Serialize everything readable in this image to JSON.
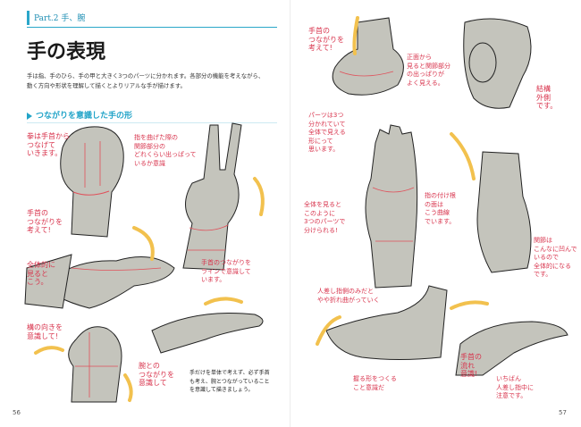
{
  "left_page": {
    "part_label": "Part.2 手、腕",
    "title": "手の表現",
    "intro": "手は指、手のひら、手の甲と大きく3つのパーツに分かれます。各部分の機能を考えながら、動く方向や形状を理解して描くとよりリアルな手が描けます。",
    "section_heading": "つながりを意識した手の形",
    "caption": "手だけを単体で考えず、必ず手首も考え、腕とつながっていることを意識して描きましょう。",
    "page_number": "56",
    "notes": [
      "拳は手首から\nつなげて\nいきます。",
      "指を曲げた際の\n関節部分の\nどれくらい出っぱって\nいるか意識",
      "手首の\nつながりを\n考えて!",
      "全体的に\n見ると\nこう。",
      "手首のつながりを\nラインで意識して\nいます。",
      "構の向きを\n意識して!",
      "腕との\nつながりを\n意識して"
    ]
  },
  "right_page": {
    "page_number": "57",
    "notes": [
      "手首の\nつながりを\n考えて!",
      "正面から\n見ると関節部分\nの出っぱりが\nよく見える。",
      "結構\n外側\nです。",
      "パーツは3つ\n分かれていて\n全体で見える\n形にって\n思います。",
      "指の付け根\nの面は\nこう曲線\nでいます。",
      "全体を見ると\nこのように\n3つのパーツで\n分けられる!",
      "関節は\nこんなに凹んで\nいるので\n全体的になる\nです。",
      "人差し指側のみだと\nやや折れ曲がっていく",
      "手首の\n流れ\n意識!",
      "握る形をつくる\nこと意識だ",
      "いちばん\n人差し指中に\n注意です。"
    ]
  },
  "colors": {
    "accent": "#2aa6c9",
    "annotation_red": "#d8334c",
    "arrow_yellow": "#f2c14e",
    "shade_gray": "#b8b8b0",
    "construct_red": "#e0505a"
  }
}
